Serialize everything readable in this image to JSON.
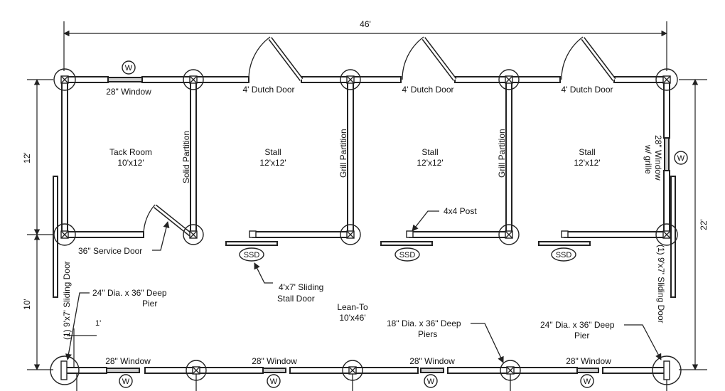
{
  "dimensions": {
    "overall_width": "46'",
    "stall_depth": "12'",
    "leanto_depth": "10'",
    "total_depth": "22'",
    "pier_offset": "1'"
  },
  "rooms": {
    "tack_room": {
      "name": "Tack Room",
      "size": "10'x12'"
    },
    "stall_1": {
      "name": "Stall",
      "size": "12'x12'"
    },
    "stall_2": {
      "name": "Stall",
      "size": "12'x12'"
    },
    "stall_3": {
      "name": "Stall",
      "size": "12'x12'"
    },
    "lean_to": {
      "name": "Lean-To",
      "size": "10'x46'"
    }
  },
  "partitions": {
    "solid": "Solid Partition",
    "grill_1": "Grill Partition",
    "grill_2": "Grill Partition"
  },
  "doors": {
    "dutch_1": "4' Dutch Door",
    "dutch_2": "4' Dutch Door",
    "dutch_3": "4' Dutch Door",
    "service": "36\" Service Door",
    "sliding_left": "(1) 9'x7' Sliding Door",
    "sliding_right": "(1) 9'x7' Sliding Door",
    "stall_sliding": [
      "4'x7' Sliding",
      "Stall Door"
    ]
  },
  "windows": {
    "top_left": "28\" Window",
    "right": [
      "28\" Window",
      "w/ grille"
    ],
    "bottom": [
      "28\" Window",
      "28\" Window",
      "28\" Window",
      "28\" Window"
    ]
  },
  "tags": {
    "window": "W",
    "stall_door": "SSD"
  },
  "callouts": {
    "post": "4x4 Post",
    "pier_24_left": [
      "24\" Dia. x 36\" Deep",
      "Pier"
    ],
    "pier_18": [
      "18\" Dia. x 36\" Deep",
      "Piers"
    ],
    "pier_24_right": [
      "24\" Dia. x 36\" Deep",
      "Pier"
    ]
  },
  "colors": {
    "line": "#222222",
    "background": "#ffffff"
  }
}
